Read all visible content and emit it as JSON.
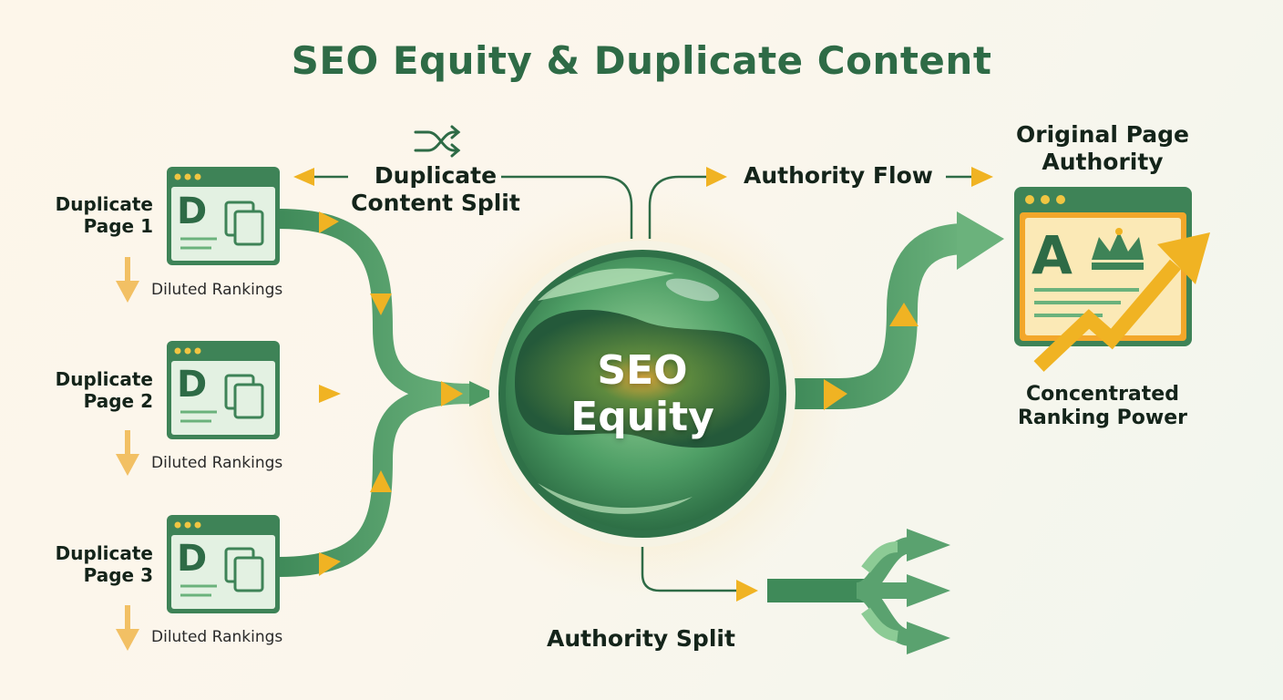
{
  "title": "SEO Equity & Duplicate Content",
  "center": {
    "line1": "SEO",
    "line2": "Equity"
  },
  "duplicates": [
    {
      "line1": "Duplicate",
      "line2": "Page 1",
      "glyph": "D",
      "status": "Diluted Rankings"
    },
    {
      "line1": "Duplicate",
      "line2": "Page 2",
      "glyph": "D",
      "status": "Diluted Rankings"
    },
    {
      "line1": "Duplicate",
      "line2": "Page 3",
      "glyph": "D",
      "status": "Diluted Rankings"
    }
  ],
  "labels": {
    "duplicate_split_line1": "Duplicate",
    "duplicate_split_line2": "Content Split",
    "authority_flow": "Authority Flow",
    "authority_split": "Authority Split",
    "original_line1": "Original Page",
    "original_line2": "Authority",
    "original_glyph": "A",
    "concentrated_line1": "Concentrated",
    "concentrated_line2": "Ranking Power"
  },
  "icons": {
    "shuffle": "shuffle-icon",
    "crown": "crown-icon",
    "trend": "trend-up-arrow-icon",
    "copy": "copy-pages-icon"
  },
  "colors": {
    "primary_green": "#2e6b46",
    "flow_green": "#4e9a64",
    "arrow_gold": "#f0b323",
    "card_green": "#e3f1e2",
    "card_gold": "#fbe9b6"
  }
}
